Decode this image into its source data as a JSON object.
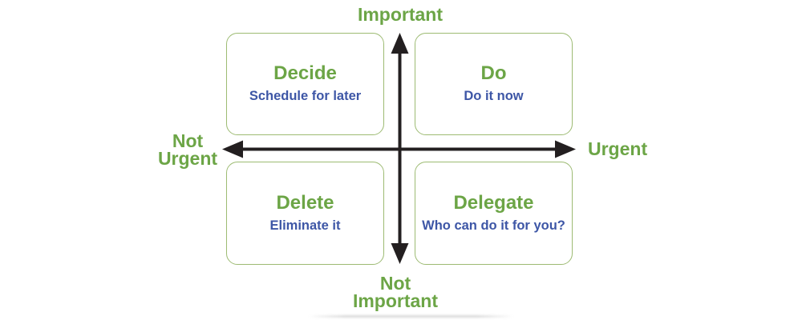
{
  "colors": {
    "green": "#6ca546",
    "blue": "#3d56a6",
    "box_border": "#9dbb73",
    "arrow": "#231f20"
  },
  "axis_labels": {
    "top": "Important",
    "right": "Urgent",
    "left_line1": "Not",
    "left_line2": "Urgent",
    "bottom_line1": "Not",
    "bottom_line2": "Important"
  },
  "quadrants": [
    {
      "id": "decide",
      "title": "Decide",
      "subtitle": "Schedule for later"
    },
    {
      "id": "do",
      "title": "Do",
      "subtitle": "Do it now"
    },
    {
      "id": "delete",
      "title": "Delete",
      "subtitle": "Eliminate it"
    },
    {
      "id": "delegate",
      "title": "Delegate",
      "subtitle": "Who can do it for you?"
    }
  ]
}
